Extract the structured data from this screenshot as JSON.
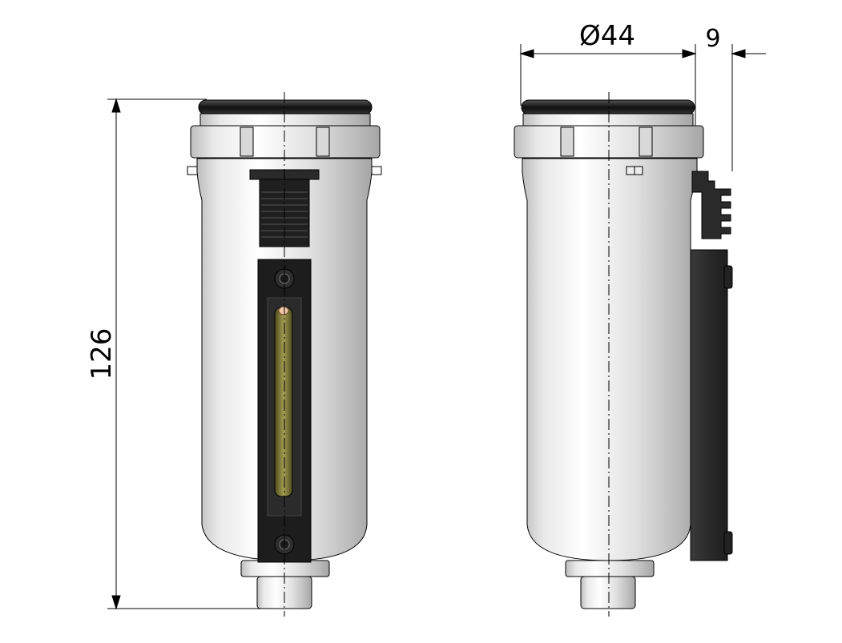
{
  "dimensions": {
    "height_label": "126",
    "diameter_label": "Ø44",
    "offset_label": "9"
  },
  "colors": {
    "body_light": "#f4f4f4",
    "body_mid": "#c9c9c9",
    "body_dark": "#9a9a9a",
    "ring_black": "#1b1b1b",
    "bracket_dark": "#2e2e2e",
    "sight_tube": "#6f6a2a",
    "sight_float": "#f2c9a8",
    "line": "#000000"
  }
}
